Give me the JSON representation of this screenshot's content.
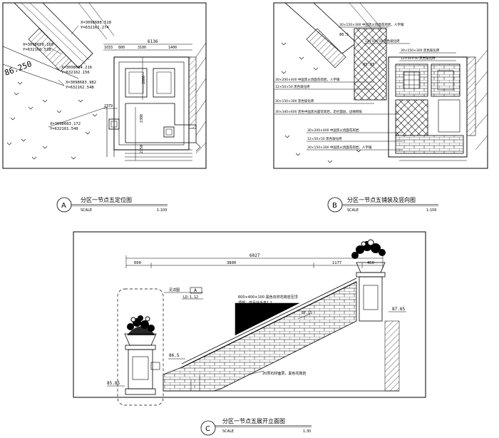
{
  "panel_a": {
    "id": "A",
    "title": "分区一节点五定位图",
    "scale_word": "SCALE",
    "scale_value": "1:100",
    "elevation": "86.250",
    "coords": [
      "X=3098688.518",
      "Y=632162.274",
      "X=3098658.160",
      "Y=632160.538",
      "X=3098684.216",
      "Y=632162.156",
      "X=3098683.982",
      "Y=632162.548",
      "X=3098683.172",
      "Y=632161.540"
    ],
    "dims": [
      "6136",
      "1033",
      "800",
      "3100",
      "1400",
      "2800",
      "2379",
      "2300",
      "2750"
    ]
  },
  "panel_b": {
    "id": "B",
    "title": "分区一节点五铺装及竖向图",
    "scale_word": "SCALE",
    "scale_value": "1:100",
    "elevation_top": "86.5",
    "elevation_mid": "85.85",
    "notes": [
      "30×150×300 中国黑火烧面花岗岩，人字铺",
      "12×50×50 黑色玻化砖",
      "30×150×300 黑色玻化砖",
      "12×50×50 黑色玻化砖",
      "30×200×400 中国黑火烧面花岗岩，人字铺",
      "12×50×50 黑色玻化砖",
      "30×150×300 黑色玻化砖",
      "30×340×600 黑色中国黑光面花岗岩，走栏面层，边缘倒角",
      "30×200×400 中国黑火烧面花岗岩",
      "12×50×50 黑色玻化砖",
      "30×150×300 中国黑火烧面花岗岩，人字铺"
    ]
  },
  "panel_c": {
    "id": "C",
    "title": "分区一节点五展开立面图",
    "scale_word": "SCALE",
    "scale_value": "1:30",
    "total_dim": "6027",
    "dims": [
      "600",
      "3800",
      "1177",
      "450"
    ],
    "detail_ref_label": "见详图",
    "detail_ref_num": "A",
    "detail_ref_sheet": "LD-1.12",
    "railing_note_1": "600×400×100 黑色石材花岗岩压顶",
    "railing_note_2": "顶部：成品扶手高1.1",
    "step_note": "20厚石材面层，黑色花岗岩",
    "elev_top": "87.65",
    "elev_mid": "86.5",
    "elev_low": "85.85",
    "elev_small": "87.15"
  }
}
